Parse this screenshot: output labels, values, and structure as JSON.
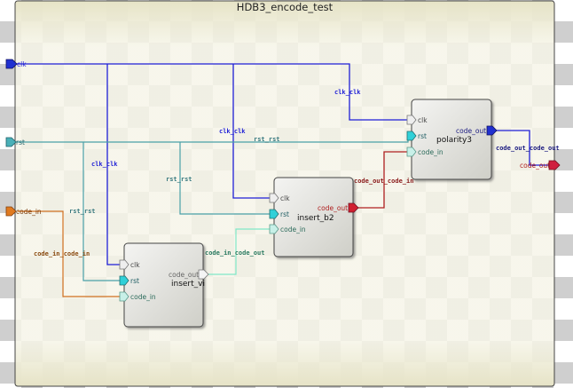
{
  "diagram": {
    "title": "HDB3_encode_test",
    "top_ports": {
      "clk": "clk",
      "rst": "rst",
      "code_in": "code_in",
      "code_out": "code_out"
    },
    "instances": {
      "insert_vi": {
        "name": "insert_vi",
        "ports": {
          "clk": "clk",
          "rst": "rst",
          "code_in": "code_in",
          "code_out": "code_out"
        }
      },
      "insert_b2": {
        "name": "insert_b2",
        "ports": {
          "clk": "clk",
          "rst": "rst",
          "code_in": "code_in",
          "code_out": "code_out"
        }
      },
      "polarity3": {
        "name": "polarity3",
        "ports": {
          "clk": "clk",
          "rst": "rst",
          "code_in": "code_in",
          "code_out": "code_out"
        }
      }
    },
    "net_labels": {
      "clk_polarity": "clk_clk",
      "clk_insert_b2": "clk_clk",
      "clk_insert_vi": "clk_clk",
      "rst_polarity": "rst_rst",
      "rst_insert_b2": "rst_rst",
      "rst_insert_vi": "rst_rst",
      "code_in_insert_vi": "code_in_code_in",
      "vi_to_b2": "code_in_code_out",
      "b2_to_polarity": "code_out_code_in",
      "polarity_to_out": "code_out_code_out"
    },
    "colors": {
      "clk": "#1f1fd6",
      "rst": "#4aa0a8",
      "code_in": "#d07020",
      "code_out_red": "#b02020",
      "code_mint": "#80e8c8",
      "port_cyan": "#30d0d8",
      "port_blue": "#2030d0",
      "port_red": "#d02030"
    }
  }
}
